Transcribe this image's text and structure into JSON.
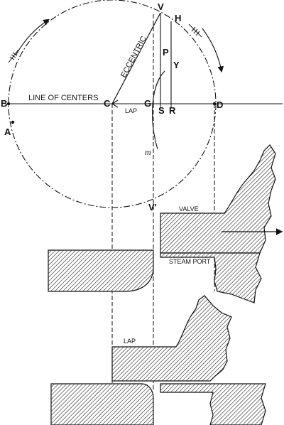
{
  "labels": {
    "line_of_centers": "LINE OF CENTERS",
    "eccentric": "ECCENTRIC",
    "lap_top": "LAP",
    "lap_bottom": "LAP",
    "valve": "VALVE",
    "steam_port": "STEAM PORT",
    "m": "m"
  },
  "points": {
    "V": "V",
    "H": "H",
    "B": "B",
    "A": "A",
    "C": "C",
    "G": "G",
    "S": "S",
    "R": "R",
    "D": "D",
    "P": "P",
    "Y": "Y",
    "V_prime": "V'"
  }
}
